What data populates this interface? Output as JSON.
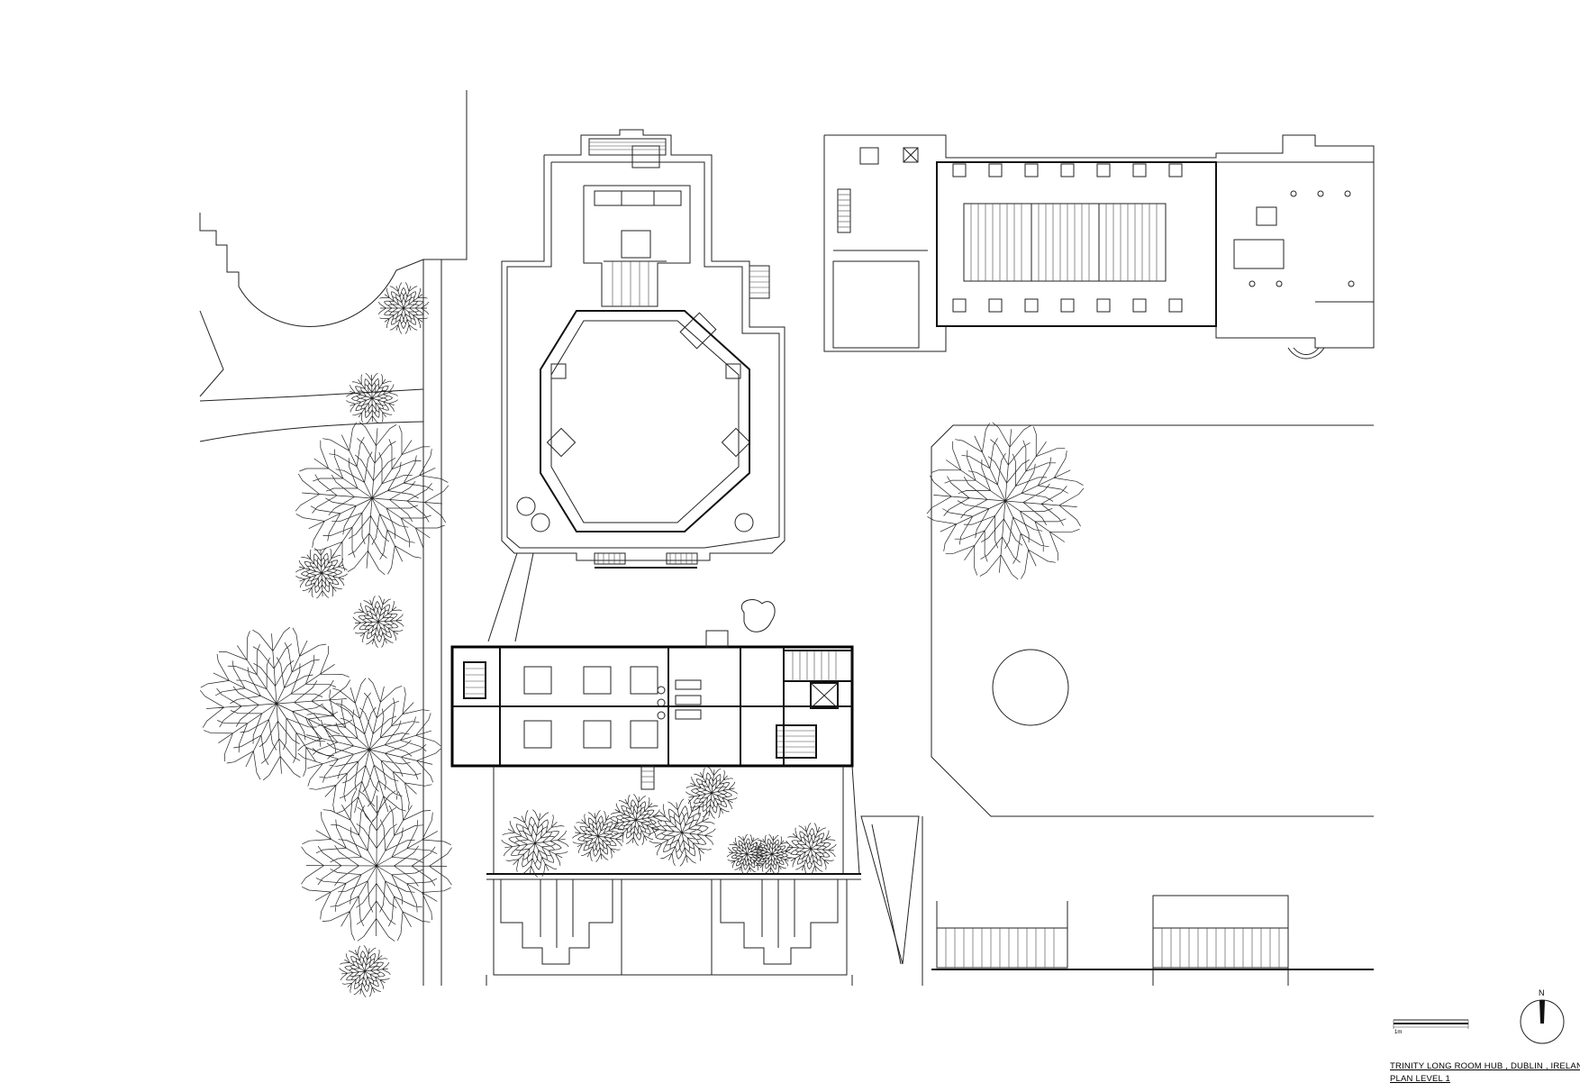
{
  "drawing": {
    "project_title": "TRINITY LONG ROOM HUB , DUBLIN , IRELAND",
    "sheet_title": "PLAN LEVEL 1",
    "scale_label": "1m",
    "north_label": "N"
  },
  "colors": {
    "line": "#222222",
    "background": "#ffffff"
  },
  "icons": [
    "north-arrow-icon",
    "scale-bar-icon",
    "tree-icon"
  ]
}
